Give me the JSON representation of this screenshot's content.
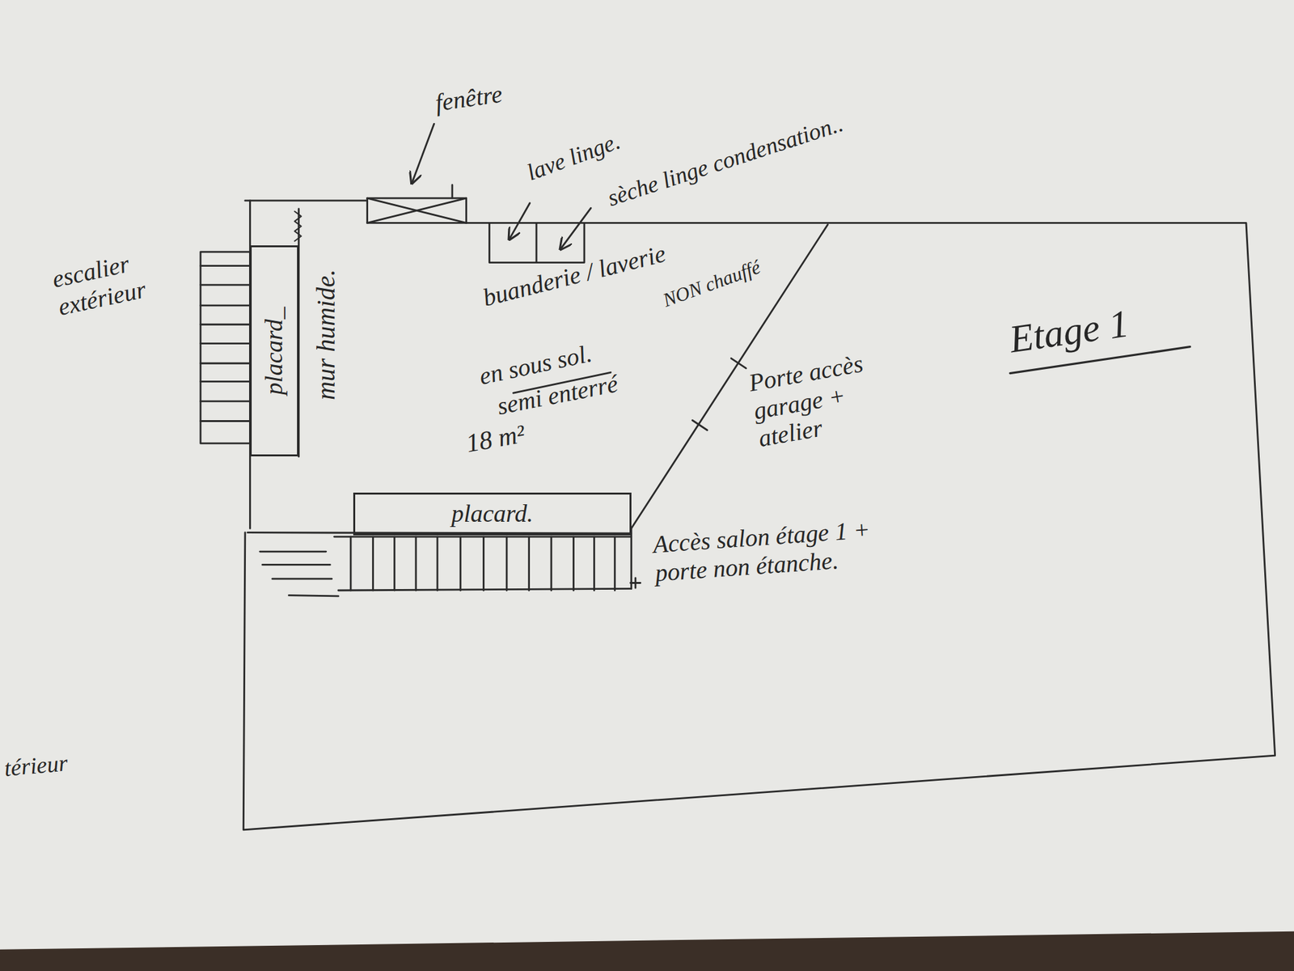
{
  "diagram": {
    "nodes": [
      {
        "text": [
          "placard_"
        ]
      },
      {
        "text": [
          "placard."
        ]
      }
    ],
    "labels": [
      "fenêtre",
      "lave linge.",
      "sèche linge condensation..",
      "escalier extérieur",
      "mur humide.",
      "buanderie / laverie",
      "NON chauffé",
      "en sous sol.",
      "semi enterré",
      "18 m²",
      "Etage 1",
      "Porte accès garage + atelier",
      "Accès salon étage 1 + porte non étanche.",
      "térieur"
    ]
  }
}
